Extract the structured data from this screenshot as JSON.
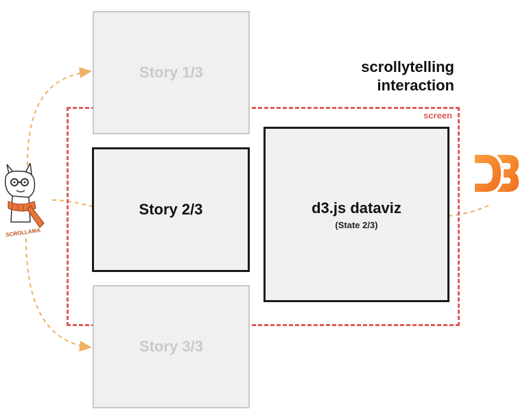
{
  "heading": {
    "line1": "scrollytelling",
    "line2": "interaction"
  },
  "screen": {
    "label": "screen"
  },
  "stories": [
    {
      "label": "Story 1/3",
      "state": "inactive"
    },
    {
      "label": "Story 2/3",
      "state": "active"
    },
    {
      "label": "Story 3/3",
      "state": "inactive"
    }
  ],
  "dataviz": {
    "title": "d3.js dataviz",
    "state": "(State 2/3)"
  },
  "logos": {
    "scrollama_text": "SCROLLAMA",
    "scrollama_icon": "llama-icon",
    "d3_icon": "d3-logo-icon"
  },
  "colors": {
    "arrow": "#f0b060",
    "screen_border": "#e05a5a",
    "active_border": "#1a1a1a",
    "inactive_border": "#c8c8c8",
    "box_fill": "#f0f0f0",
    "d3_orange": "#f6832a"
  }
}
